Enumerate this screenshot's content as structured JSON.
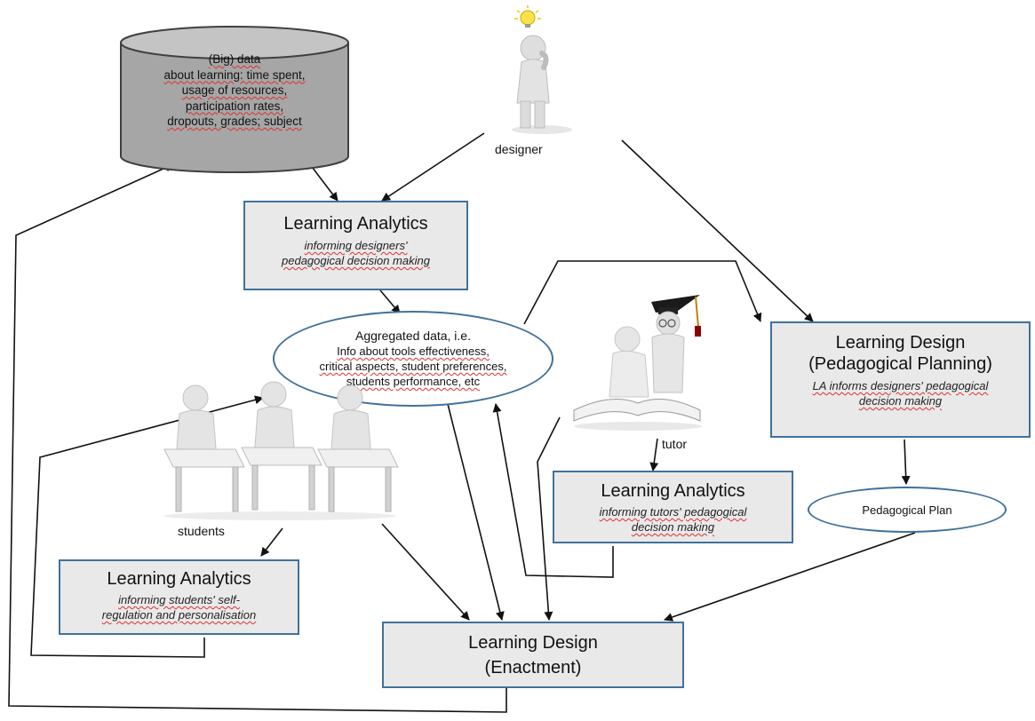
{
  "database": {
    "lines": [
      "(Big) data",
      "about learning: time spent,",
      "usage of resources,",
      "participation rates,",
      "dropouts, grades; subject"
    ]
  },
  "designer": {
    "label": "designer"
  },
  "tutor": {
    "label": "tutor"
  },
  "students": {
    "label": "students"
  },
  "la_designers": {
    "title": "Learning Analytics",
    "sub": [
      "informing designers'",
      "pedagogical decision making"
    ]
  },
  "aggregated": {
    "lines": [
      "Aggregated data, i.e.",
      "Info about tools effectiveness,",
      "critical aspects, student preferences,",
      "students performance, etc"
    ]
  },
  "ld_planning": {
    "title": [
      "Learning Design",
      "(Pedagogical Planning)"
    ],
    "sub": [
      "LA informs designers' pedagogical",
      "decision making"
    ]
  },
  "la_tutors": {
    "title": "Learning Analytics",
    "sub": [
      "informing tutors' pedagogical",
      "decision making"
    ]
  },
  "ped_plan": {
    "label": "Pedagogical Plan"
  },
  "la_students": {
    "title": "Learning Analytics",
    "sub": [
      "informing students' self-",
      "regulation and personalisation"
    ]
  },
  "ld_enactment": {
    "title": [
      "Learning Design",
      "(Enactment)"
    ]
  },
  "colors": {
    "box_fill": "#e9e9e9",
    "box_border": "#41719c",
    "db_fill": "#a6a6a6",
    "arrow": "#111111"
  }
}
